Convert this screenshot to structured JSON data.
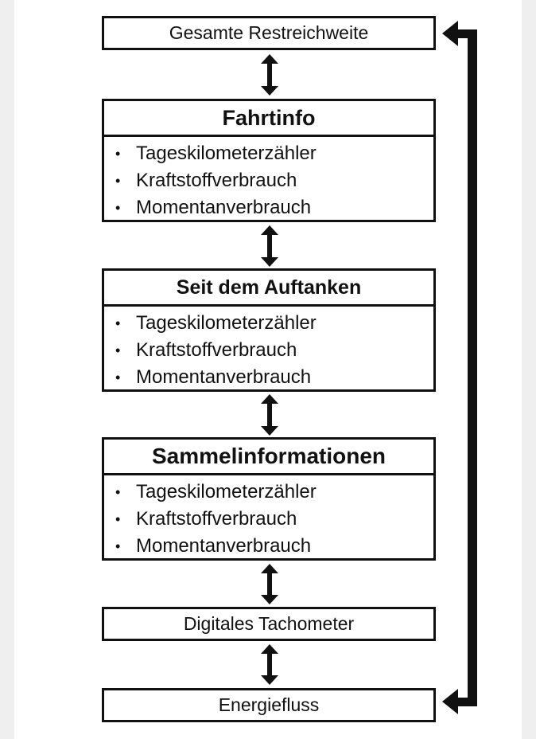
{
  "diagram": {
    "box_top": {
      "label": "Gesamte Restreichweite"
    },
    "sections": [
      {
        "title": "Fahrtinfo",
        "items": [
          "Tageskilometerzähler",
          "Kraftstoffverbrauch",
          "Momentanverbrauch"
        ]
      },
      {
        "title": "Seit dem Auftanken",
        "items": [
          "Tageskilometerzähler",
          "Kraftstoffverbrauch",
          "Momentanverbrauch"
        ]
      },
      {
        "title": "Sammelinformationen",
        "items": [
          "Tageskilometerzähler",
          "Kraftstoffverbrauch",
          "Momentanverbrauch"
        ]
      }
    ],
    "box_tacho": {
      "label": "Digitales Tachometer"
    },
    "box_energy": {
      "label": "Energiefluss"
    },
    "bullet": "•"
  }
}
